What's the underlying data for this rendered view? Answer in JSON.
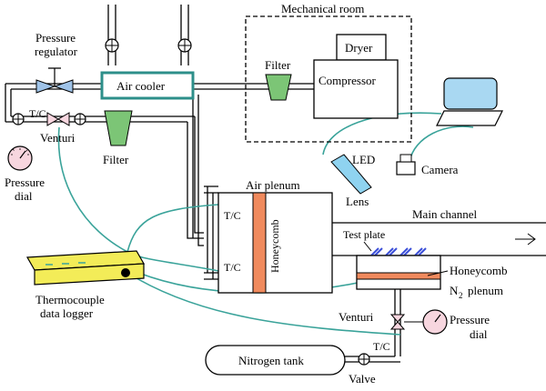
{
  "labels": {
    "mechanical_room": "Mechanical room",
    "dryer": "Dryer",
    "compressor": "Compressor",
    "filter_top": "Filter",
    "air_cooler": "Air cooler",
    "pressure_regulator_1": "Pressure",
    "pressure_regulator_2": "regulator",
    "tc_top": "T/C",
    "venturi_top": "Venturi",
    "filter_mid": "Filter",
    "pressure_dial_1": "Pressure",
    "pressure_dial_2": "dial",
    "air_plenum": "Air plenum",
    "tc_plenum_top": "T/C",
    "tc_plenum_bottom": "T/C",
    "honeycomb_vertical": "Honeycomb",
    "led": "LED",
    "lens": "Lens",
    "camera": "Camera",
    "main_channel": "Main channel",
    "test_plate": "Test plate",
    "honeycomb_horizontal": "Honeycomb",
    "n2_plenum": "plenum",
    "n2_letter": "N",
    "n2_sub": "2",
    "logger_1": "Thermocouple",
    "logger_2": "data logger",
    "venturi_bottom": "Venturi",
    "pressure_dial_b1": "Pressure",
    "pressure_dial_b2": "dial",
    "tc_bottom": "T/C",
    "nitrogen_tank": "Nitrogen tank",
    "valve": "Valve"
  },
  "colors": {
    "cable": "#3aa39a",
    "filter": "#7cc576",
    "honeycomb": "#f08a5d",
    "pressure_dial": "#f7d6df",
    "regulator": "#9fc3e8",
    "air_cooler_border": "#2d8f8a",
    "logger_body": "#f3ec58",
    "laptop_screen": "#a9d8f2",
    "led": "#8fd3f0",
    "arrows": "#3b4fd8"
  },
  "icons": [
    "valve-icon",
    "pressure-dial-icon",
    "laptop-icon",
    "camera-icon",
    "led-icon",
    "logger-icon",
    "filter-icon",
    "regulator-icon"
  ]
}
